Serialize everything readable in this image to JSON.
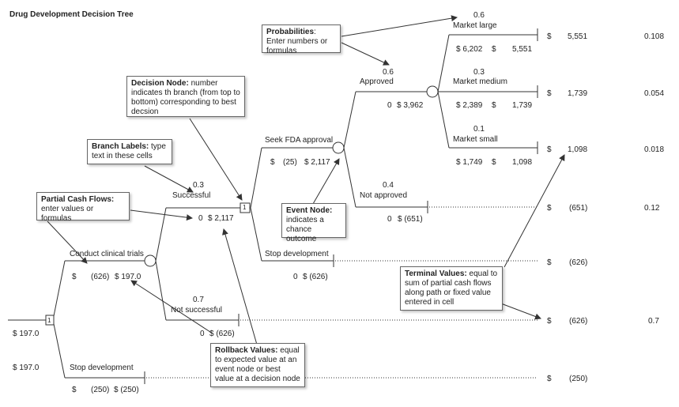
{
  "title": "Drug Development Decision Tree",
  "root": {
    "value_top": "$ 197.0",
    "value_bottom": "$ 197.0",
    "node_number": "1"
  },
  "clinical": {
    "label": "Conduct clinical trials",
    "cash_dollar": "$",
    "cash": "(626)",
    "rollback": "$ 197.0"
  },
  "stop_dev_bottom": {
    "label": "Stop development",
    "cash_dollar": "$",
    "cash": "(250)",
    "rollback": "$ (250)",
    "terminal_dollar": "$",
    "terminal": "(250)"
  },
  "successful": {
    "prob": "0.3",
    "label": "Successful",
    "cash": "0",
    "rollback": "$ 2,117"
  },
  "not_successful": {
    "prob": "0.7",
    "label": "Not successful",
    "cash": "0",
    "rollback": "$ (626)",
    "terminal_dollar": "$",
    "terminal": "(626)",
    "terminal_prob": "0.7"
  },
  "decision_node2": {
    "number": "1"
  },
  "seek_fda": {
    "label": "Seek FDA approval",
    "cash_dollar": "$",
    "cash": "(25)",
    "rollback": "$ 2,117"
  },
  "stop_dev_mid": {
    "label": "Stop development",
    "cash": "0",
    "rollback": "$ (626)",
    "terminal_dollar": "$",
    "terminal": "(626)"
  },
  "approved": {
    "prob": "0.6",
    "label": "Approved",
    "cash": "0",
    "rollback": "$ 3,962"
  },
  "not_approved": {
    "prob": "0.4",
    "label": "Not approved",
    "cash": "0",
    "rollback": "$ (651)",
    "terminal_dollar": "$",
    "terminal": "(651)",
    "terminal_prob": "0.12"
  },
  "market_large": {
    "prob": "0.6",
    "label": "Market large",
    "cash": "$ 6,202",
    "rollback": "$",
    "rollback_val": "5,551",
    "terminal_dollar": "$",
    "terminal": "5,551",
    "terminal_prob": "0.108"
  },
  "market_medium": {
    "prob": "0.3",
    "label": "Market medium",
    "cash": "$ 2,389",
    "rollback": "$",
    "rollback_val": "1,739",
    "terminal_dollar": "$",
    "terminal": "1,739",
    "terminal_prob": "0.054"
  },
  "market_small": {
    "prob": "0.1",
    "label": "Market small",
    "cash": "$ 1,749",
    "rollback": "$",
    "rollback_val": "1,098",
    "terminal_dollar": "$",
    "terminal": "1,098",
    "terminal_prob": "0.018"
  },
  "callouts": {
    "probabilities": {
      "bold": "Probabilities",
      "text": ": Enter numbers or formulas"
    },
    "decision_node": {
      "bold": "Decision Node:",
      "text": " number indicates th branch (from top to bottom) corresponding to best decsion"
    },
    "branch_labels": {
      "bold": "Branch Labels:",
      "text": " type text in these cells"
    },
    "partial_cash": {
      "bold": "Partial Cash Flows:",
      "text": "enter values or formulas"
    },
    "event_node": {
      "bold": "Event Node:",
      "text": " indicates a chance outcome"
    },
    "rollback_values": {
      "bold": "Rollback Values:",
      "text": " equal to expected value at an event node or best value at a decision node"
    },
    "terminal_values": {
      "bold": "Terminal Values:",
      "text": " equal to sum of partial cash flows along path or fixed value entered in cell"
    }
  }
}
